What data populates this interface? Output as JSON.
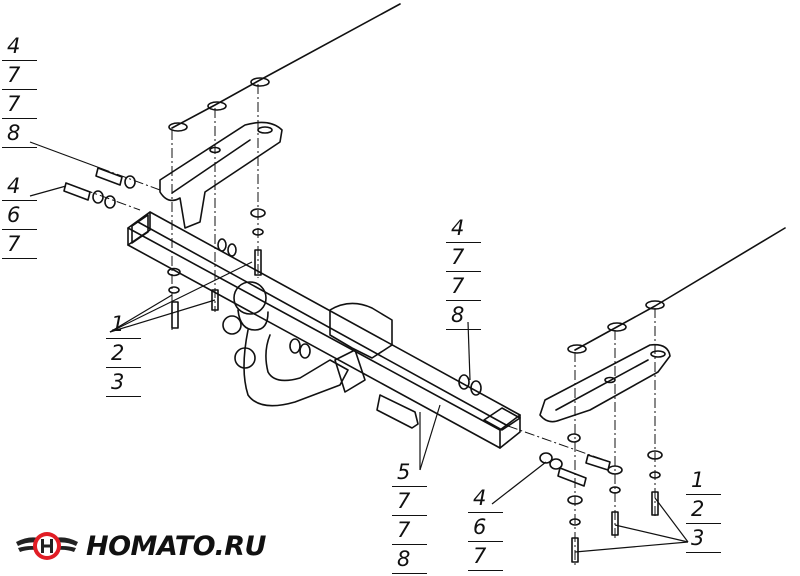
{
  "callouts": {
    "top_left": [
      "4",
      "7",
      "7",
      "8"
    ],
    "left": [
      "4",
      "6",
      "7"
    ],
    "left_lower": [
      "1",
      "2",
      "3"
    ],
    "center": [
      "4",
      "7",
      "7",
      "8"
    ],
    "bottom_center": [
      "5",
      "7",
      "7",
      "8"
    ],
    "bottom_center_b": [
      "4",
      "6",
      "7"
    ],
    "bottom_right": [
      "1",
      "2",
      "3"
    ]
  },
  "brand": {
    "name": "HOMATO.RU",
    "colors": {
      "accent": "#e11d25",
      "dark": "#222222"
    }
  }
}
